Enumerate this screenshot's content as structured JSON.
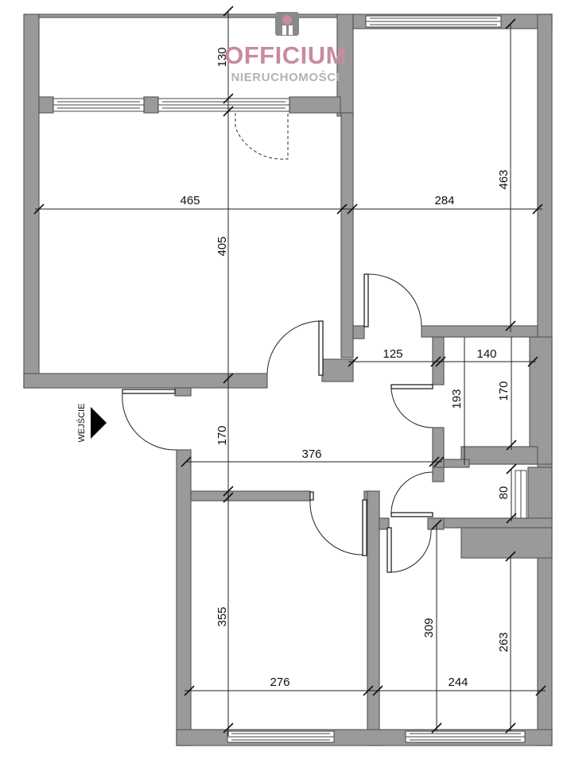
{
  "logo": {
    "title": "OFFICIUM",
    "subtitle": "NIERUCHOMOŚCI",
    "primary_color": "#c98aa2",
    "secondary_color": "#b3b3b3"
  },
  "entrance": {
    "label": "WEJŚCIE"
  },
  "dimensions": {
    "balcony_depth": "130",
    "living_width": "465",
    "living_height": "405",
    "room_ne_width": "284",
    "room_ne_height": "463",
    "hall_width_small": "125",
    "closet_width": "140",
    "hall_height": "193",
    "closet_height": "170",
    "hall_depth": "170",
    "corridor_length": "376",
    "bathroom_depth": "80",
    "room_sw_height": "355",
    "room_sw_width": "276",
    "kitchen_height": "309",
    "kitchen_width": "244",
    "kitchen_depth": "263"
  },
  "colors": {
    "wall": "#9a9a9a",
    "line": "#222222"
  }
}
